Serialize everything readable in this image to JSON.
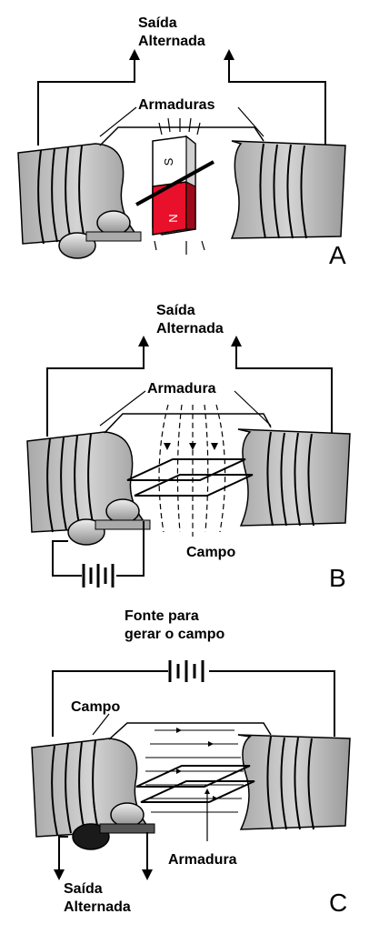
{
  "panels": [
    {
      "letter": "A",
      "output_label_line1": "Saída",
      "output_label_line2": "Alternada",
      "armature_label": "Armaduras",
      "magnet_north": "N",
      "magnet_south": "S"
    },
    {
      "letter": "B",
      "output_label_line1": "Saída",
      "output_label_line2": "Alternada",
      "armature_label": "Armadura",
      "field_label": "Campo"
    },
    {
      "letter": "C",
      "source_label_line1": "Fonte para",
      "source_label_line2": "gerar o campo",
      "field_label": "Campo",
      "armature_label": "Armadura",
      "output_label_line1": "Saída",
      "output_label_line2": "Alternada"
    }
  ],
  "colors": {
    "stator_gray": "#c8c8c8",
    "stator_dark": "#8c8c8c",
    "magnet_red": "#e8102a",
    "magnet_white": "#ffffff",
    "line": "#000000"
  }
}
